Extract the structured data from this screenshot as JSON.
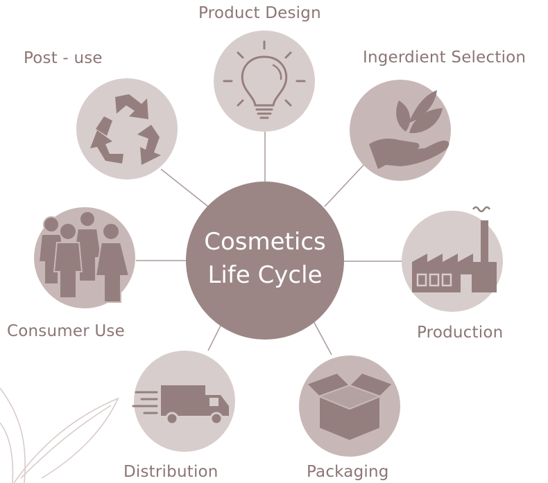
{
  "diagram": {
    "center": {
      "line1": "Cosmetics",
      "line2": "Life Cycle"
    },
    "stages": [
      {
        "label": "Product Design",
        "icon": "lightbulb-icon"
      },
      {
        "label": "Ingerdient Selection",
        "icon": "hand-with-leaves-icon"
      },
      {
        "label": "Production",
        "icon": "factory-icon"
      },
      {
        "label": "Packaging",
        "icon": "open-box-icon"
      },
      {
        "label": "Distribution",
        "icon": "delivery-truck-icon"
      },
      {
        "label": "Consumer Use",
        "icon": "people-group-icon"
      },
      {
        "label": "Post - use",
        "icon": "recycle-icon"
      }
    ]
  },
  "colors": {
    "center_fill": "#9b8585",
    "node_fill_light": "#d7cdcc",
    "node_fill_mid": "#c7b8b7",
    "icon_fill": "#957f7e",
    "connector": "#a89898",
    "label_text": "#8b7675",
    "leaf_outline": "#d8ccca"
  }
}
